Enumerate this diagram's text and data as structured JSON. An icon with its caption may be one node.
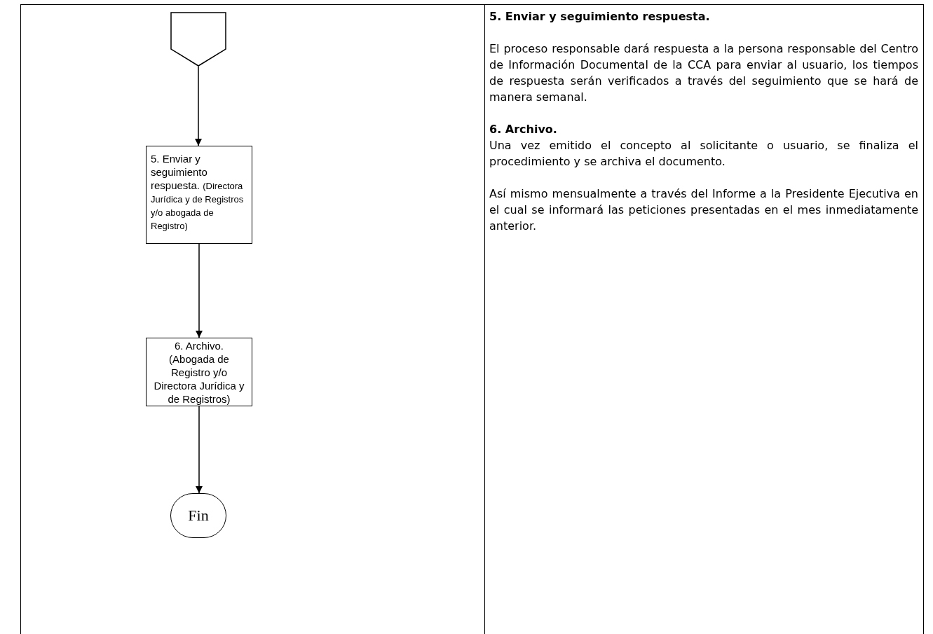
{
  "diagram": {
    "nodes": [
      {
        "text": [],
        "shape": "pentagon"
      },
      {
        "text": [
          "5. Enviar y seguimiento respuesta.",
          "(Directora Jurídica y de Registros y/o abogada de Registro)"
        ]
      },
      {
        "text": [
          "6. Archivo. (Abogada de Registro y/o Directora Jurídica y de Registros)"
        ]
      },
      {
        "text": [
          "Fin"
        ]
      }
    ],
    "edges": [
      {
        "from": 0,
        "to": 1,
        "arrow": "to"
      },
      {
        "from": 1,
        "to": 2,
        "arrow": "to"
      },
      {
        "from": 2,
        "to": 3,
        "arrow": "to"
      }
    ],
    "labels": [
      "5. Enviar y seguimiento respuesta.",
      "El proceso responsable dará respuesta a la persona responsable del Centro de Información Documental de la CCA para enviar al usuario, los tiempos de respuesta serán verificados a través del seguimiento que se hará de manera semanal.",
      "6. Archivo.",
      "Una vez emitido el concepto al solicitante o usuario, se finaliza el procedimiento y se archiva el documento.",
      "Así mismo mensualmente a través del Informe a la Presidente Ejecutiva en el cual se informará las peticiones presentadas en el mes inmediatamente anterior."
    ]
  }
}
